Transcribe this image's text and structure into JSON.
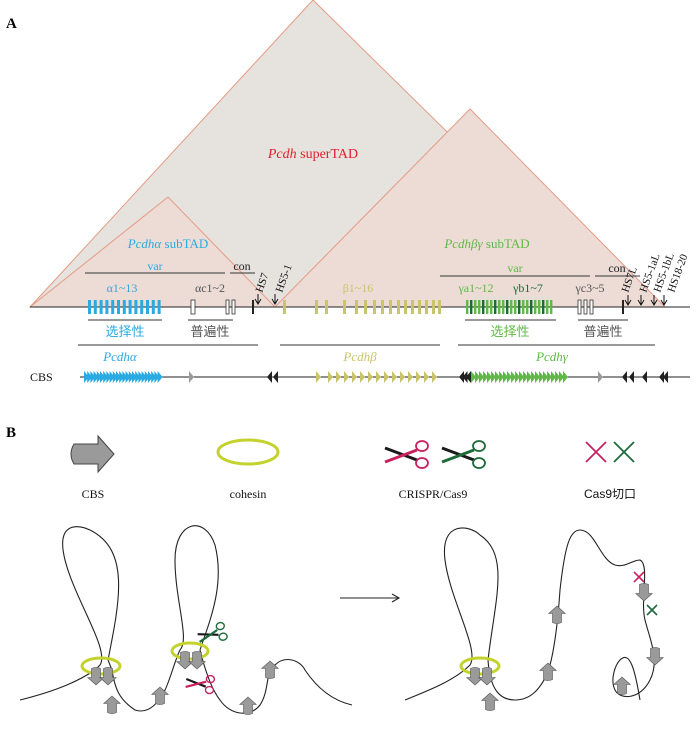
{
  "panel_a": {
    "label": "A",
    "super_tad": {
      "italic": "Pcdh",
      "rest": " superTAD"
    },
    "alpha_tad": {
      "italic": "Pcdhα",
      "rest": " subTAD"
    },
    "bg_tad": {
      "italic": "Pcdhβγ",
      "rest": " subTAD"
    },
    "alpha_var": "var",
    "alpha_con": "con",
    "gamma_var": "var",
    "gamma_con": "con",
    "a1_13": "α1~13",
    "ac1_2": "αc1~2",
    "b1_16": "β1~16",
    "ga1_12": "γa1~12",
    "gb1_7": "γb1~7",
    "gc3_5": "γc3~5",
    "hs7": "HS7",
    "hs5_1": "HS5-1",
    "hs7l": "HS7L",
    "hs5_1al": "HS5-1aL",
    "hs5_1bl": "HS5-1bL",
    "hs18_20": "HS18-20",
    "alpha_selective": "选择性",
    "alpha_ubiquitous": "普遍性",
    "gamma_selective": "选择性",
    "gamma_ubiquitous": "普遍性",
    "cluster_alpha": "Pcdhα",
    "cluster_beta": "Pcdhβ",
    "cluster_gamma": "Pcdhγ",
    "cbs_label": "CBS"
  },
  "panel_b": {
    "label": "B",
    "legend_cbs": "CBS",
    "legend_cohesin": "cohesin",
    "legend_crispr": "CRISPR/Cas9",
    "legend_cut": "Cas9切口"
  },
  "colors": {
    "alpha_blue": "#29abe2",
    "beta_yellow": "#c9c46a",
    "gamma_green": "#5fb946",
    "super_red": "#e0202a",
    "cohesin": "#c3d22c",
    "scissor_magenta": "#c8215e",
    "scissor_green": "#1d6b3a",
    "cbs_gray": "#9a9a9a"
  }
}
